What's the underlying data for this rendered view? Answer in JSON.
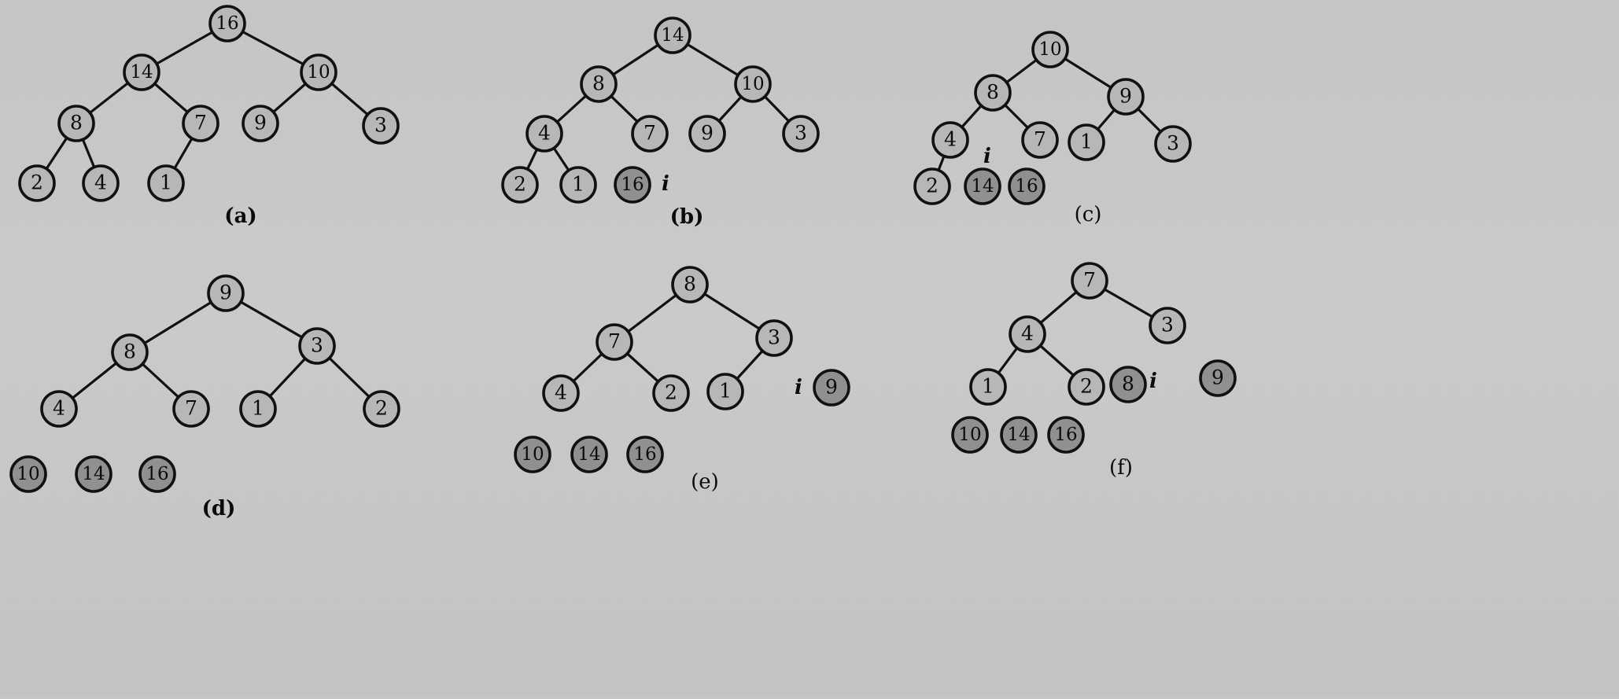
{
  "highlight_label": "i",
  "panels": [
    {
      "id": "a",
      "caption": "(a)",
      "nodes": [
        {
          "id": "a1",
          "label": "16",
          "dark": false
        },
        {
          "id": "a2",
          "label": "14",
          "dark": false
        },
        {
          "id": "a3",
          "label": "10",
          "dark": false
        },
        {
          "id": "a4",
          "label": "8",
          "dark": false
        },
        {
          "id": "a5",
          "label": "7",
          "dark": false
        },
        {
          "id": "a6",
          "label": "9",
          "dark": false
        },
        {
          "id": "a7",
          "label": "3",
          "dark": false
        },
        {
          "id": "a8",
          "label": "2",
          "dark": false
        },
        {
          "id": "a9",
          "label": "4",
          "dark": false
        },
        {
          "id": "a10",
          "label": "1",
          "dark": false
        }
      ],
      "edges": [
        [
          "a1",
          "a2"
        ],
        [
          "a1",
          "a3"
        ],
        [
          "a2",
          "a4"
        ],
        [
          "a2",
          "a5"
        ],
        [
          "a3",
          "a6"
        ],
        [
          "a3",
          "a7"
        ],
        [
          "a4",
          "a8"
        ],
        [
          "a4",
          "a9"
        ],
        [
          "a5",
          "a10"
        ]
      ],
      "marker_after": null
    },
    {
      "id": "b",
      "caption": "(b)",
      "nodes": [
        {
          "id": "b1",
          "label": "14",
          "dark": false
        },
        {
          "id": "b2",
          "label": "8",
          "dark": false
        },
        {
          "id": "b3",
          "label": "10",
          "dark": false
        },
        {
          "id": "b4",
          "label": "4",
          "dark": false
        },
        {
          "id": "b5",
          "label": "7",
          "dark": false
        },
        {
          "id": "b6",
          "label": "9",
          "dark": false
        },
        {
          "id": "b7",
          "label": "3",
          "dark": false
        },
        {
          "id": "b8",
          "label": "2",
          "dark": false
        },
        {
          "id": "b9",
          "label": "1",
          "dark": false
        },
        {
          "id": "b10",
          "label": "16",
          "dark": true
        }
      ],
      "edges": [
        [
          "b1",
          "b2"
        ],
        [
          "b1",
          "b3"
        ],
        [
          "b2",
          "b4"
        ],
        [
          "b2",
          "b5"
        ],
        [
          "b3",
          "b6"
        ],
        [
          "b3",
          "b7"
        ],
        [
          "b4",
          "b8"
        ],
        [
          "b4",
          "b9"
        ]
      ],
      "marker_after": "b10"
    },
    {
      "id": "c",
      "caption": "(c)",
      "nodes": [
        {
          "id": "c1",
          "label": "10",
          "dark": false
        },
        {
          "id": "c2",
          "label": "8",
          "dark": false
        },
        {
          "id": "c3",
          "label": "9",
          "dark": false
        },
        {
          "id": "c4",
          "label": "4",
          "dark": false
        },
        {
          "id": "c5",
          "label": "7",
          "dark": false
        },
        {
          "id": "c6",
          "label": "1",
          "dark": false
        },
        {
          "id": "c7",
          "label": "3",
          "dark": false
        },
        {
          "id": "c8",
          "label": "2",
          "dark": false
        },
        {
          "id": "c9",
          "label": "14",
          "dark": true
        },
        {
          "id": "c10",
          "label": "16",
          "dark": true
        }
      ],
      "edges": [
        [
          "c1",
          "c2"
        ],
        [
          "c1",
          "c3"
        ],
        [
          "c2",
          "c4"
        ],
        [
          "c2",
          "c5"
        ],
        [
          "c3",
          "c6"
        ],
        [
          "c3",
          "c7"
        ],
        [
          "c4",
          "c8"
        ]
      ],
      "marker_after": "c9"
    },
    {
      "id": "d",
      "caption": "(d)",
      "nodes": [
        {
          "id": "d1",
          "label": "9",
          "dark": false
        },
        {
          "id": "d2",
          "label": "8",
          "dark": false
        },
        {
          "id": "d3",
          "label": "3",
          "dark": false
        },
        {
          "id": "d4",
          "label": "4",
          "dark": false
        },
        {
          "id": "d5",
          "label": "7",
          "dark": false
        },
        {
          "id": "d6",
          "label": "1",
          "dark": false
        },
        {
          "id": "d7",
          "label": "2",
          "dark": false
        },
        {
          "id": "d8",
          "label": "10",
          "dark": true
        },
        {
          "id": "d9",
          "label": "14",
          "dark": true
        },
        {
          "id": "d10",
          "label": "16",
          "dark": true
        }
      ],
      "edges": [
        [
          "d1",
          "d2"
        ],
        [
          "d1",
          "d3"
        ],
        [
          "d2",
          "d4"
        ],
        [
          "d2",
          "d5"
        ],
        [
          "d3",
          "d6"
        ],
        [
          "d3",
          "d7"
        ]
      ],
      "marker_after": null
    },
    {
      "id": "e",
      "caption": "(e)",
      "nodes": [
        {
          "id": "e1",
          "label": "8",
          "dark": false
        },
        {
          "id": "e2",
          "label": "7",
          "dark": false
        },
        {
          "id": "e3",
          "label": "3",
          "dark": false
        },
        {
          "id": "e4",
          "label": "4",
          "dark": false
        },
        {
          "id": "e5",
          "label": "2",
          "dark": false
        },
        {
          "id": "e6",
          "label": "1",
          "dark": false
        },
        {
          "id": "e7",
          "label": "9",
          "dark": true
        },
        {
          "id": "e8",
          "label": "10",
          "dark": true
        },
        {
          "id": "e9",
          "label": "14",
          "dark": true
        },
        {
          "id": "e10",
          "label": "16",
          "dark": true
        }
      ],
      "edges": [
        [
          "e1",
          "e2"
        ],
        [
          "e1",
          "e3"
        ],
        [
          "e2",
          "e4"
        ],
        [
          "e2",
          "e5"
        ],
        [
          "e3",
          "e6"
        ]
      ],
      "marker_before": "e7"
    },
    {
      "id": "f",
      "caption": "(f)",
      "nodes": [
        {
          "id": "f1",
          "label": "7",
          "dark": false
        },
        {
          "id": "f2",
          "label": "4",
          "dark": false
        },
        {
          "id": "f3",
          "label": "3",
          "dark": false
        },
        {
          "id": "f4",
          "label": "1",
          "dark": false
        },
        {
          "id": "f5",
          "label": "2",
          "dark": false
        },
        {
          "id": "f6",
          "label": "8",
          "dark": true
        },
        {
          "id": "f7",
          "label": "9",
          "dark": true
        },
        {
          "id": "f8",
          "label": "10",
          "dark": true
        },
        {
          "id": "f9",
          "label": "14",
          "dark": true
        },
        {
          "id": "f10",
          "label": "16",
          "dark": true
        }
      ],
      "edges": [
        [
          "f1",
          "f2"
        ],
        [
          "f1",
          "f3"
        ],
        [
          "f2",
          "f4"
        ],
        [
          "f2",
          "f5"
        ]
      ],
      "marker_after": "f6"
    }
  ],
  "colors": {
    "node_light": "#b6b8b7",
    "node_dark": "#8f9190",
    "stroke": "#111111",
    "text": "#0b0b0b"
  }
}
